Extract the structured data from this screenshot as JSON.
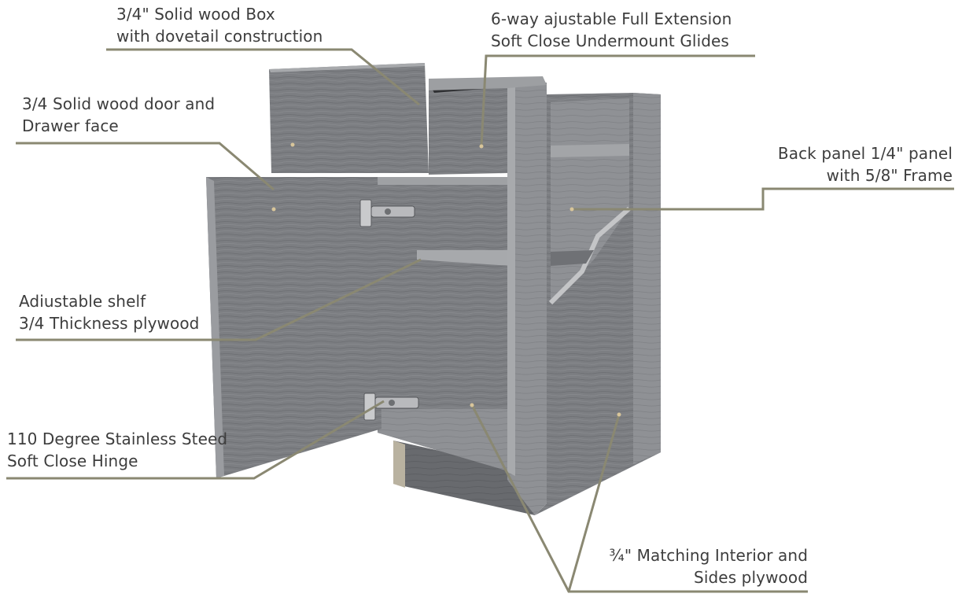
{
  "callouts": {
    "solid_box": {
      "line1": "3/4\" Solid wood Box",
      "line2": "with dovetail construction"
    },
    "glides": {
      "line1": "6-way ajustable Full Extension",
      "line2": "Soft Close Undermount Glides"
    },
    "door_face": {
      "line1": "3/4 Solid wood door and",
      "line2": "Drawer face"
    },
    "back_panel": {
      "line1": "Back panel 1/4\" panel",
      "line2": "with 5/8\" Frame"
    },
    "shelf": {
      "line1": "Adiustable shelf",
      "line2": "3/4 Thickness plywood"
    },
    "hinge": {
      "line1": "110 Degree Stainless Steed",
      "line2": "Soft Close Hinge"
    },
    "interior": {
      "line1": "¾\" Matching Interior and",
      "line2": "Sides plywood"
    }
  },
  "colors": {
    "leader": "#8a8872",
    "wood": "#7b7d80",
    "wood_dark": "#5f6164",
    "wood_light": "#9a9ca0",
    "interior": "#8d8f92"
  }
}
